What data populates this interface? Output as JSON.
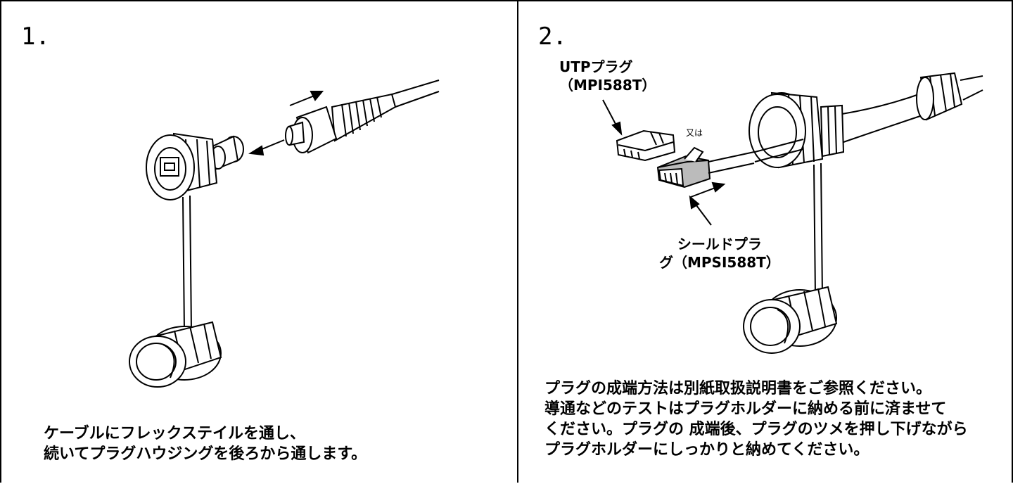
{
  "panel1": {
    "step": "1.",
    "caption_lines": [
      "ケーブルにフレックステイルを通し、",
      "続いてプラグハウジングを後ろから通します。"
    ]
  },
  "panel2": {
    "step": "2.",
    "utp_label_lines": [
      "UTPプラグ",
      "（MPI588T）"
    ],
    "or_text": "又は",
    "shield_label_lines": [
      "シールドプラ",
      "グ（MPSI588T）"
    ],
    "caption_lines": [
      "プラグの成端方法は別紙取扱説明書をご参照ください。",
      "導通などのテストはプラグホルダーに納める前に済ませて",
      "ください。プラグの 成端後、プラグのツメを押し下げながら",
      "プラグホルダーにしっかりと納めてください。"
    ]
  }
}
